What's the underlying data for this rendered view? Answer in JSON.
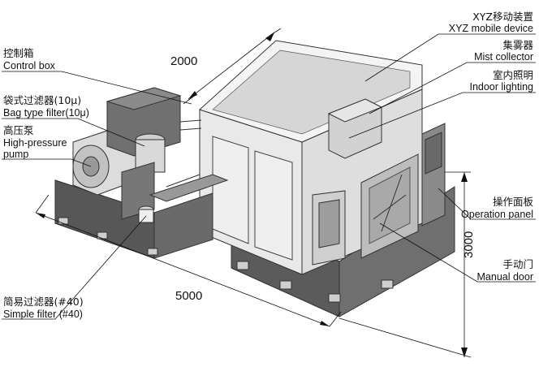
{
  "labels": {
    "xyz_cn": "XYZ移动装置",
    "xyz_en": "XYZ mobile device",
    "mist_cn": "集雾器",
    "mist_en": "Mist collector",
    "light_cn": "室内照明",
    "light_en": "Indoor lighting",
    "control_cn": "控制箱",
    "control_en": "Control box",
    "bag_cn": "袋式过滤器(10μ)",
    "bag_en": "Bag type filter(10μ)",
    "pump_cn": "高压泵",
    "pump_en1": "High-pressure",
    "pump_en2": "pump",
    "panel_cn": "操作面板",
    "panel_en": "Operation panel",
    "door_cn": "手动门",
    "door_en": "Manual door",
    "simple_cn": "简易过滤器(#40)",
    "simple_en": "Simple filter (#40)"
  },
  "dimensions": {
    "depth": "2000",
    "length": "5000",
    "height": "3000"
  },
  "colors": {
    "line": "#111111",
    "cabinet_light": "#e8e8e8",
    "cabinet_mid": "#c9c9c9",
    "base_dark": "#6e6e6e",
    "base_darker": "#555555"
  }
}
